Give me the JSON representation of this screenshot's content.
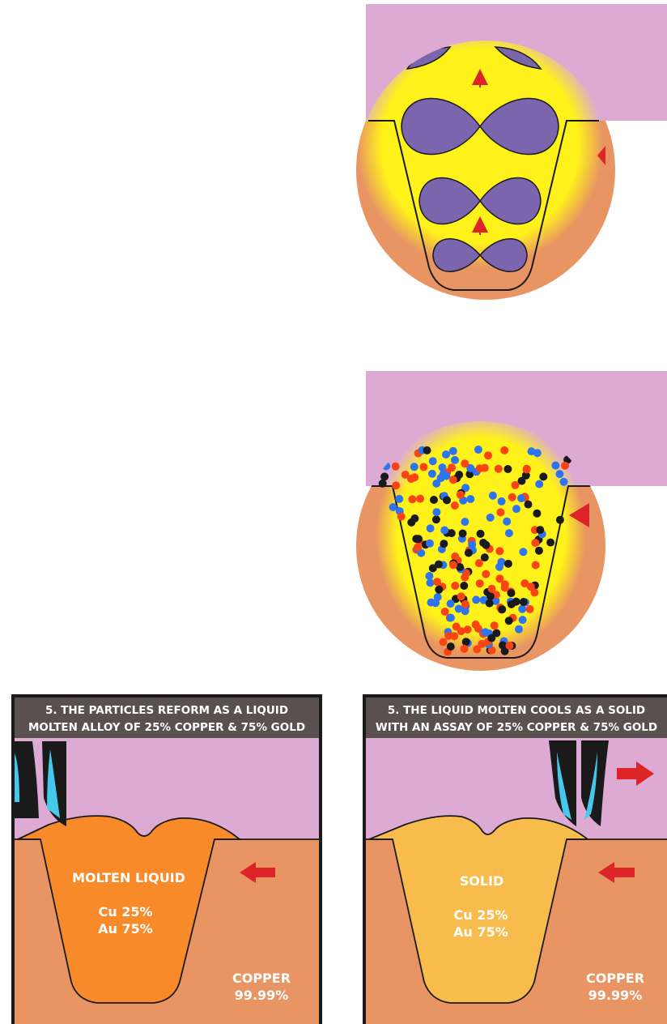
{
  "colors": {
    "lavender": "#dcaad2",
    "copper": "#e89563",
    "glow": "#fff21a",
    "molten": "#f98a2a",
    "solid": "#f8bc4c",
    "orbital": "#7b65ad",
    "arrow": "#dd2429",
    "header": "#5a5050",
    "electrode_blue": "#45c8ec",
    "particle_red": "#fa4414",
    "particle_blue": "#2c74f0",
    "particle_black": "#1a1a1a"
  },
  "panels": {
    "liquid": {
      "header_line1": "5.  THE PARTICLES REFORM AS A LIQUID",
      "header_line2": "MOLTEN ALLOY OF 25% COPPER & 75% GOLD",
      "state_label": "MOLTEN LIQUID",
      "cu_line": "Cu 25%",
      "au_line": "Au 75%",
      "metal_line1": "COPPER",
      "metal_line2": "99.99%"
    },
    "solid": {
      "header_line1": "5.  THE LIQUID MOLTEN COOLS AS A SOLID",
      "header_line2": "WITH AN ASSAY OF 25% COPPER & 75% GOLD",
      "state_label": "SOLID",
      "cu_line": "Cu 25%",
      "au_line": "Au 75%",
      "metal_line1": "COPPER",
      "metal_line2": "99.99%"
    }
  }
}
